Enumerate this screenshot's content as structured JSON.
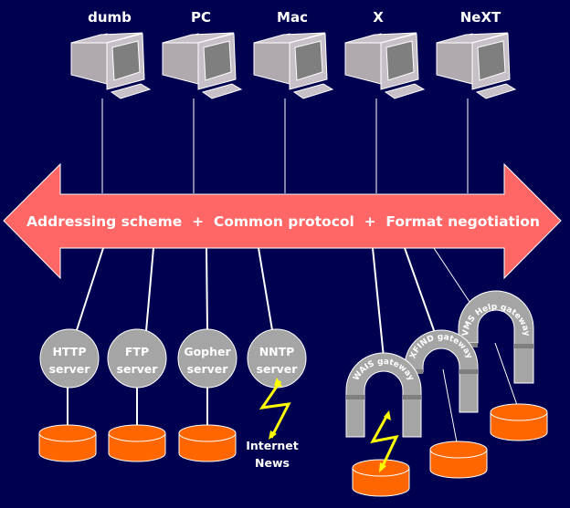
{
  "clients": [
    {
      "label": "dumb"
    },
    {
      "label": "PC"
    },
    {
      "label": "Mac"
    },
    {
      "label": "X"
    },
    {
      "label": "NeXT"
    }
  ],
  "band": {
    "text": "Addressing scheme  +  Common protocol  +  Format negotiation"
  },
  "servers": [
    {
      "line1": "HTTP",
      "line2": "server",
      "has_storage": true
    },
    {
      "line1": "FTP",
      "line2": "server",
      "has_storage": true
    },
    {
      "line1": "Gopher",
      "line2": "server",
      "has_storage": true
    },
    {
      "line1": "NNTP",
      "line2": "server",
      "has_storage": false
    }
  ],
  "news": {
    "line1": "Internet",
    "line2": "News"
  },
  "gateways": [
    {
      "label": "WAIS gateway"
    },
    {
      "label": "XFIND gateway"
    },
    {
      "label": "VMS Help gateway"
    }
  ],
  "colors": {
    "background": "#000050",
    "band": "#ff6666",
    "server": "#a5a5a5",
    "storage": "#ff6600",
    "lightning": "#ffff00",
    "computer": "#c8c0c8"
  }
}
